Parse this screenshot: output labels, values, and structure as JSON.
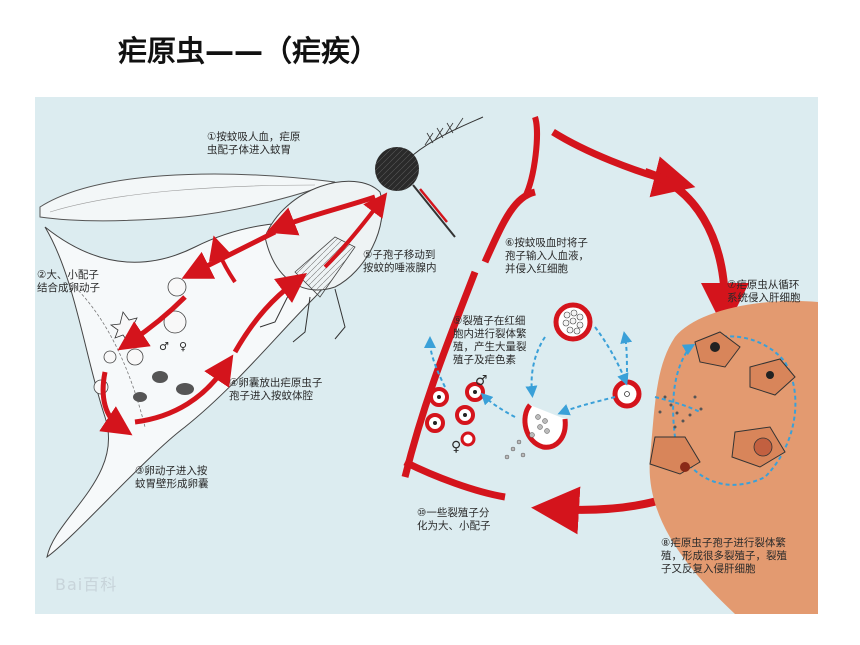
{
  "slide": {
    "title": "疟原虫——（疟疾）"
  },
  "labels": {
    "s1": [
      "①按蚊吸人血，疟原",
      "虫配子体进入蚊胃"
    ],
    "s2": [
      "②大、小配子",
      "结合成卵动子"
    ],
    "s3": [
      "③卵动子进入按",
      "蚊胃壁形成卵囊"
    ],
    "s4": [
      "④卵囊放出疟原虫子",
      "孢子进入按蚊体腔"
    ],
    "s5": [
      "⑤子孢子移动到",
      "按蚊的唾液腺内"
    ],
    "s6": [
      "⑥按蚊吸血时将子",
      "孢子输入人血液，",
      "并侵入红细胞"
    ],
    "s7": [
      "⑦疟原虫从循环",
      "系统侵入肝细胞"
    ],
    "s8": [
      "⑧疟原虫子孢子进行裂体繁",
      "殖，形成很多裂殖子，裂殖",
      "子又反复入侵肝细胞"
    ],
    "s9": [
      "⑨裂殖子在红细",
      "胞内进行裂体繁",
      "殖，产生大量裂",
      "殖子及疟色素"
    ],
    "s10": [
      "⑩一些裂殖子分",
      "化为大、小配子"
    ]
  },
  "symbols": {
    "male": "♂",
    "female": "♀"
  },
  "watermark": "Bai百科",
  "colors": {
    "background": "#dcecf0",
    "arrow_red": "#d4141c",
    "liver": "#e39a70",
    "dashed_blue": "#3aa0d8"
  }
}
